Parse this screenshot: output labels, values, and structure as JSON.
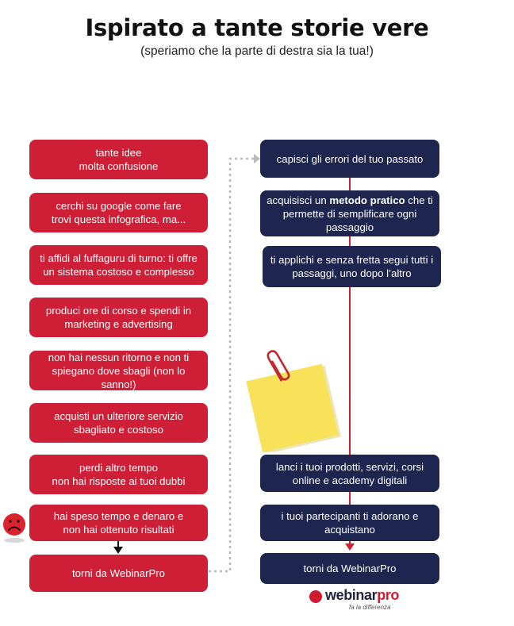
{
  "title": "Ispirato a tante storie vere",
  "subtitle": "(speriamo che la parte di destra sia la tua!)",
  "left_steps": [
    {
      "line1": "tante idee",
      "line2": "molta confusione"
    },
    {
      "line1": "cerchi su google come fare",
      "line2": "trovi questa infografica, ma..."
    },
    {
      "line1": "ti affidi al fuffaguru di turno: ti offre",
      "line2": "un sistema costoso e complesso"
    },
    {
      "line1": "produci ore di corso e spendi in",
      "line2": "marketing e advertising"
    },
    {
      "line1": "non hai nessun ritorno e non ti",
      "line2": "spiegano dove sbagli (non lo sanno!)"
    },
    {
      "line1": "acquisti un ulteriore servizio",
      "line2": "sbagliato e costoso"
    },
    {
      "line1": "perdi altro tempo",
      "line2": "non hai risposte ai tuoi dubbi"
    },
    {
      "line1": "hai speso tempo e denaro e",
      "line2": "non hai ottenuto risultati"
    },
    {
      "line1": "torni da WebinarPro",
      "line2": ""
    }
  ],
  "right_steps": {
    "r1": "capisci gli errori del tuo passato",
    "r2_before": "acquisisci un ",
    "r2_bold": "metodo pratico",
    "r2_after": " che ti",
    "r2_line2": "permette di semplificare ogni",
    "r2_line3": "passaggio",
    "r3_line1": "ti applichi e senza fretta segui tutti i",
    "r3_line2": "passaggi, uno dopo l’altro",
    "r4_line1": "lanci i tuoi prodotti, servizi, corsi",
    "r4_line2": "online e academy digitali",
    "r5_line1": "i tuoi partecipanti ti adorano e",
    "r5_line2": "acquistano",
    "r6": "torni da WebinarPro"
  },
  "logo": {
    "brand_main": "webinar",
    "brand_accent": "pro",
    "tagline": "fa la differenza"
  },
  "colors": {
    "red": "#cf1f37",
    "navy": "#1e2650",
    "note_yellow": "#f7e25a"
  },
  "icons": {
    "sad_face": "sad-face-icon",
    "sticky_note": "sticky-note-icon",
    "paperclip": "paperclip-icon"
  }
}
